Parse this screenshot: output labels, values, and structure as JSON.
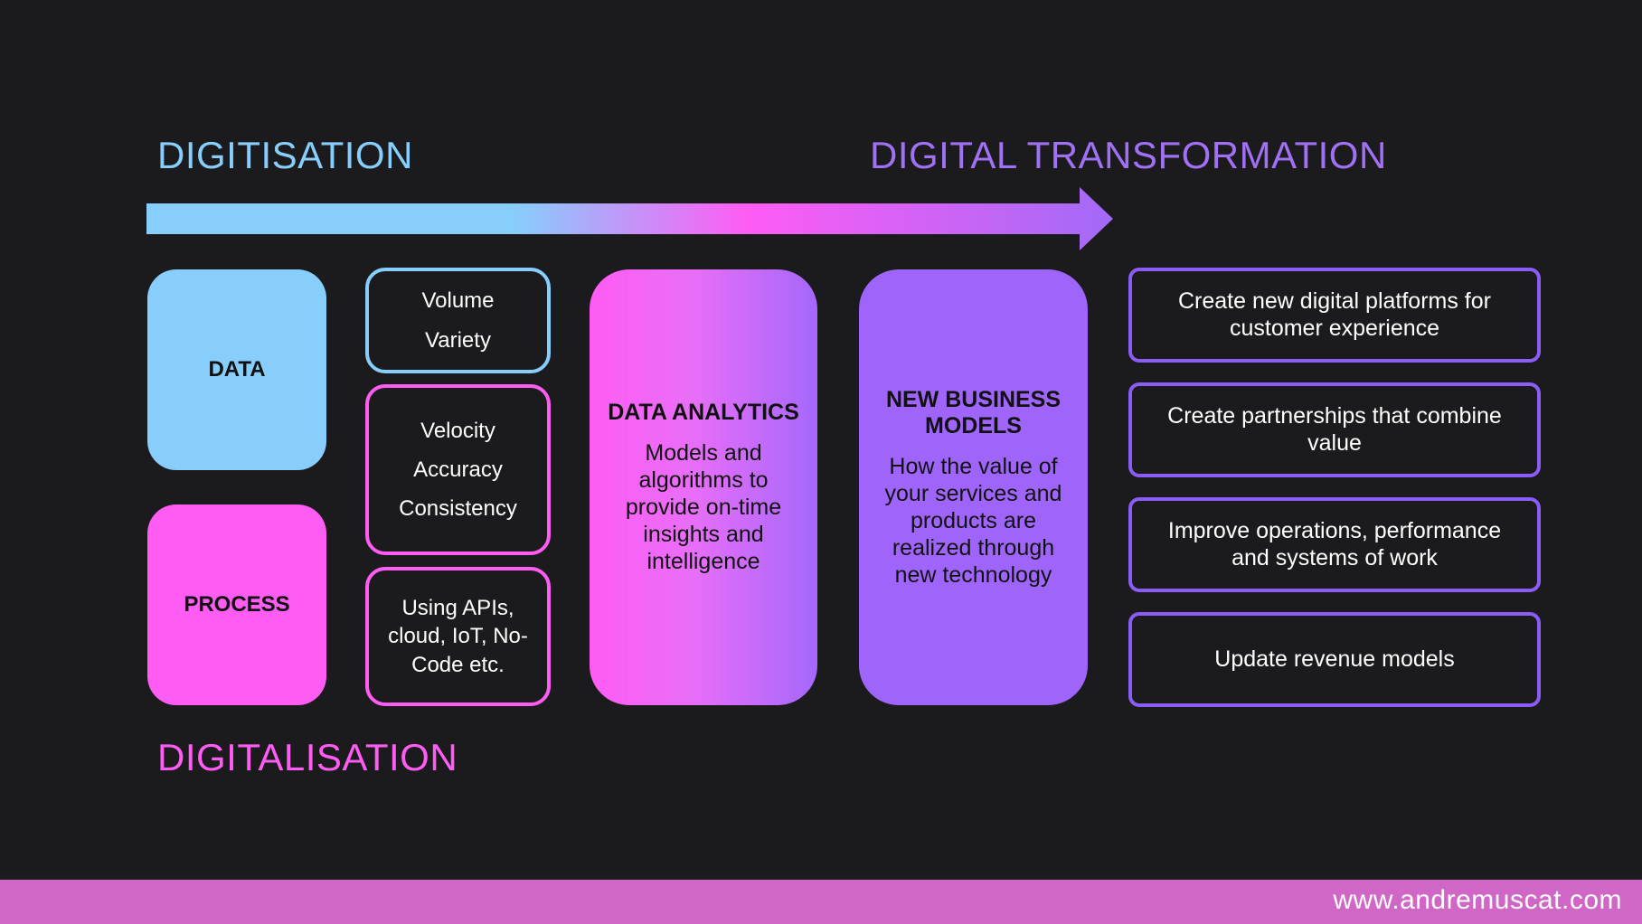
{
  "headings": {
    "top_left": "DIGITISATION",
    "top_right": "DIGITAL TRANSFORMATION",
    "bottom_left": "DIGITALISATION"
  },
  "colors": {
    "blue": "#87cefc",
    "pink": "#ff5cf4",
    "purple": "#9f65fb",
    "outline_purple": "#8b5cf6",
    "footer": "#d066c6",
    "background": "#1b1a1c"
  },
  "left_blocks": {
    "data": "DATA",
    "process": "PROCESS"
  },
  "attributes": {
    "group1": [
      "Volume",
      "Variety"
    ],
    "group2": [
      "Velocity",
      "Accuracy",
      "Consistency"
    ],
    "group3": "Using APIs, cloud, IoT, No-Code etc."
  },
  "analytics": {
    "title": "DATA ANALYTICS",
    "body": "Models and algorithms to provide on-time insights and intelligence"
  },
  "business_models": {
    "title": "NEW BUSINESS MODELS",
    "body": "How the value of your services and products are realized through new technology"
  },
  "outcomes": [
    "Create new digital platforms for customer experience",
    "Create partnerships that combine value",
    "Improve operations, performance and systems of work",
    "Update revenue models"
  ],
  "footer": {
    "url": "www.andremuscat.com"
  }
}
